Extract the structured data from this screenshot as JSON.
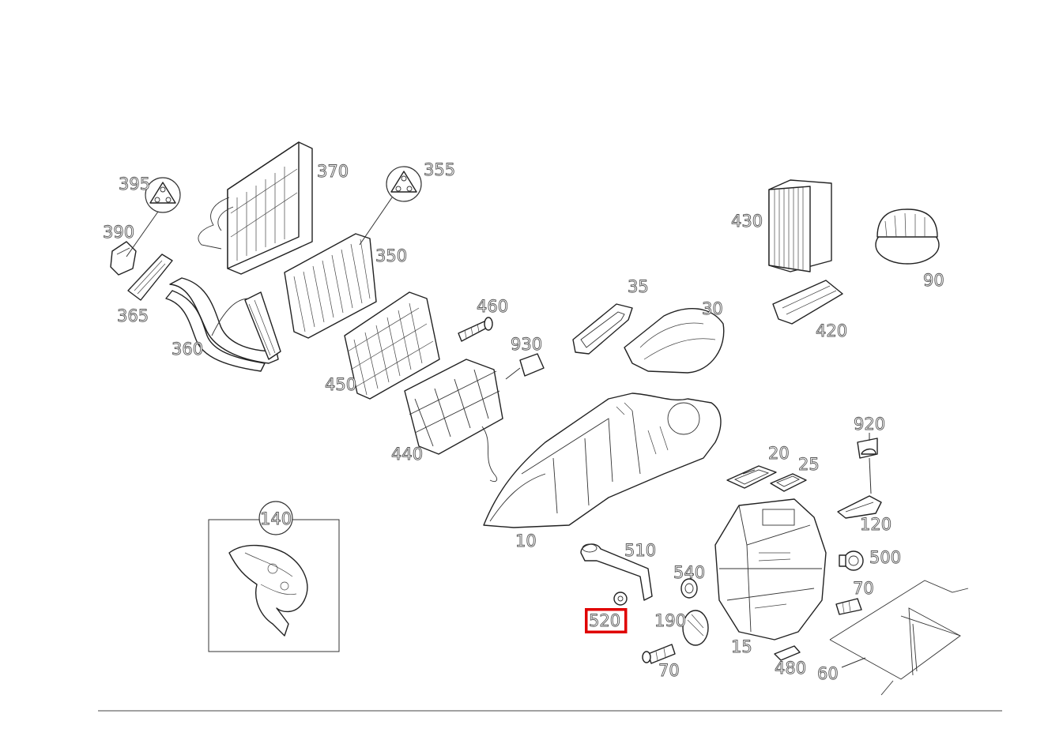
{
  "diagram": {
    "highlight_color": "#e00000",
    "highlighted_callout": "520",
    "callouts": {
      "c10": "10",
      "c15": "15",
      "c20": "20",
      "c25": "25",
      "c30": "30",
      "c35": "35",
      "c60": "60",
      "c70a": "70",
      "c70b": "70",
      "c90": "90",
      "c120": "120",
      "c140": "140",
      "c190": "190",
      "c350": "350",
      "c355": "355",
      "c360": "360",
      "c365": "365",
      "c370": "370",
      "c390": "390",
      "c395": "395",
      "c420": "420",
      "c430": "430",
      "c440": "440",
      "c450": "450",
      "c460": "460",
      "c480": "480",
      "c500": "500",
      "c510": "510",
      "c520": "520",
      "c540": "540",
      "c920": "920",
      "c930": "930"
    }
  }
}
